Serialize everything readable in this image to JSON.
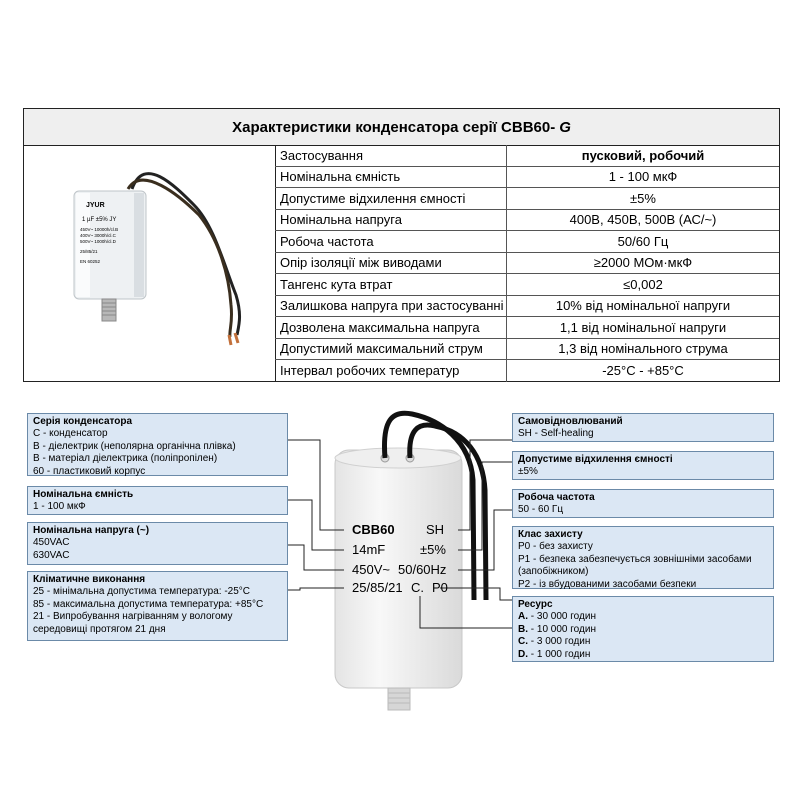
{
  "spec": {
    "title": "Характеристики конденсатора серії CBB60-",
    "title_model": "G",
    "photo_label": {
      "brand": "JYUR",
      "line1": "1 µF ±5% JY",
      "line2": "450V~ 10000h/cl.B",
      "line3": "400V~ 3000h/cl.C",
      "line4": "500V~ 1000h/cl.D",
      "line5": "25/85/21",
      "line6": "EN 60252"
    },
    "rows": [
      {
        "param": "Застосування",
        "value": "пусковий, робочий"
      },
      {
        "param": "Номінальна ємність",
        "value": "1 - 100 мкФ"
      },
      {
        "param": "Допустиме відхилення ємності",
        "value": "±5%"
      },
      {
        "param": "Номінальна напруга",
        "value": "400В, 450В, 500В (АС/~)"
      },
      {
        "param": "Робоча частота",
        "value": "50/60 Гц"
      },
      {
        "param": "Опір ізоляції між виводами",
        "value": "≥2000 МОм·мкФ"
      },
      {
        "param": "Тангенс кута втрат",
        "value": "≤0,002"
      },
      {
        "param": "Залишкова напруга при застосуванні",
        "value": "10% від номінальної напруги"
      },
      {
        "param": "Дозволена максимальна напруга",
        "value": "1,1 від номінальної напруги"
      },
      {
        "param": "Допустимий максимальний струм",
        "value": "1,3 від номінального струма"
      },
      {
        "param": "Інтервал робочих температур",
        "value": "-25°С - +85°С"
      }
    ]
  },
  "capacitor": {
    "model": "CBB60",
    "sh": "SH",
    "capacitance": "14mF",
    "tolerance": "±5%",
    "voltage": "450V~",
    "frequency": "50/60Hz",
    "climate": "25/85/21",
    "class_c": "C.",
    "protection": "P0"
  },
  "left_boxes": {
    "series": {
      "head": "Серія конденсатора",
      "lines": [
        "С - конденсатор",
        "В - діелектрик (неполярна органічна плівка)",
        "В - матеріал діелектрика (поліпропілен)",
        "60 - пластиковий корпус"
      ]
    },
    "capacity": {
      "head": "Номінальна ємність",
      "lines": [
        "1 - 100 мкФ"
      ]
    },
    "voltage": {
      "head": "Номінальна напруга (~)",
      "lines": [
        "450VAC",
        "630VAC"
      ]
    },
    "climate": {
      "head": "Кліматичне виконання",
      "lines": [
        "25 - мінімальна допустима температура: -25°С",
        "85 - максимальна допустима температура: +85°С",
        "21 - Випробування нагріванням у вологому",
        "середовищі протягом 21 дня"
      ]
    }
  },
  "right_boxes": {
    "selfheal": {
      "head": "Самовідновлювaний",
      "lines": [
        "SH - Self-healing"
      ]
    },
    "tolerance": {
      "head": "Допустиме відхилення ємності",
      "lines": [
        "±5%"
      ]
    },
    "frequency": {
      "head": "Робоча частота",
      "lines": [
        "50 - 60 Гц"
      ]
    },
    "protection": {
      "head": "Клас захисту",
      "lines": [
        "Р0 - без захисту",
        "Р1 - безпека забезпечується зовнішніми засобами",
        "(запобіжником)",
        "Р2 - із вбудованими засобами безпеки"
      ]
    },
    "resource": {
      "head": "Ресурс",
      "items": [
        {
          "k": "A.",
          "v": " - 30 000 годин"
        },
        {
          "k": "B.",
          "v": " - 10 000 годин"
        },
        {
          "k": "C.",
          "v": " - 3 000 годин"
        },
        {
          "k": "D.",
          "v": " - 1 000 годин"
        }
      ]
    }
  }
}
